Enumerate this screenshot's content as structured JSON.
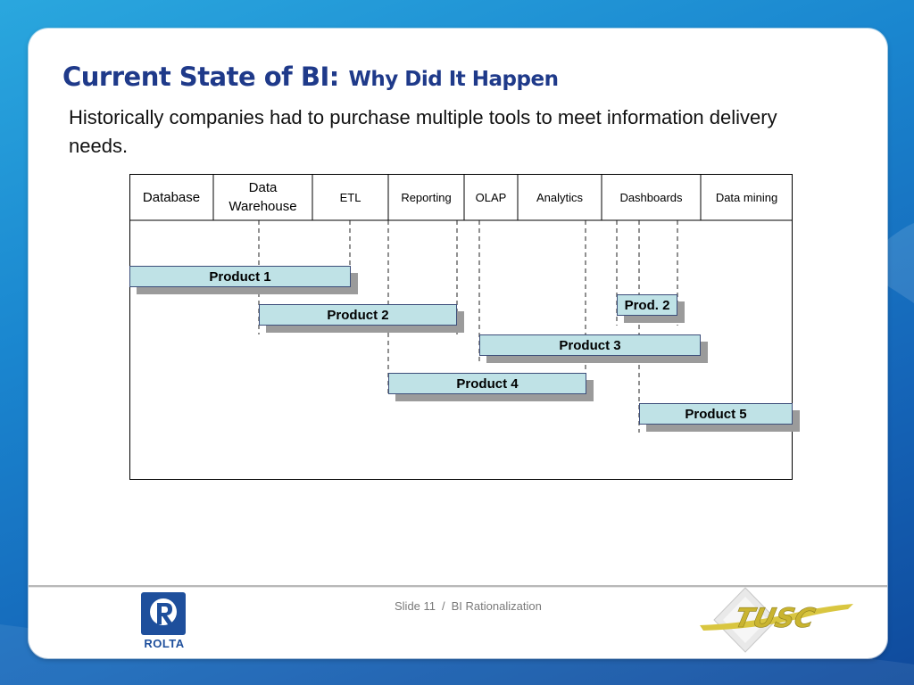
{
  "title": {
    "main": "Current State of BI:",
    "sub": "Why Did It Happen"
  },
  "intro": "Historically companies had to purchase multiple tools to meet information delivery needs.",
  "chart_data": {
    "type": "table",
    "columns": [
      "Database",
      "Data\nWarehouse",
      "ETL",
      "Reporting",
      "OLAP",
      "Analytics",
      "Dashboards",
      "Data mining"
    ],
    "products": [
      {
        "label": "Product 1",
        "covers": [
          "Database",
          "Data Warehouse",
          "ETL"
        ]
      },
      {
        "label": "Prod. 2",
        "covers": [
          "Dashboards"
        ]
      },
      {
        "label": "Product 2",
        "covers": [
          "Data Warehouse",
          "ETL",
          "Reporting"
        ]
      },
      {
        "label": "Product 3",
        "covers": [
          "OLAP",
          "Analytics",
          "Dashboards"
        ]
      },
      {
        "label": "Product 4",
        "covers": [
          "Reporting",
          "OLAP",
          "Analytics"
        ]
      },
      {
        "label": "Product 5",
        "covers": [
          "Dashboards",
          "Data mining"
        ]
      }
    ]
  },
  "footer": {
    "slide": "Slide 11",
    "separator": "/",
    "section": "BI Rationalization"
  },
  "logos": {
    "left_text": "ROLTA",
    "right_text": "TUSC",
    "left_color": "#1e4f9c",
    "right_color": "#d9c640"
  }
}
